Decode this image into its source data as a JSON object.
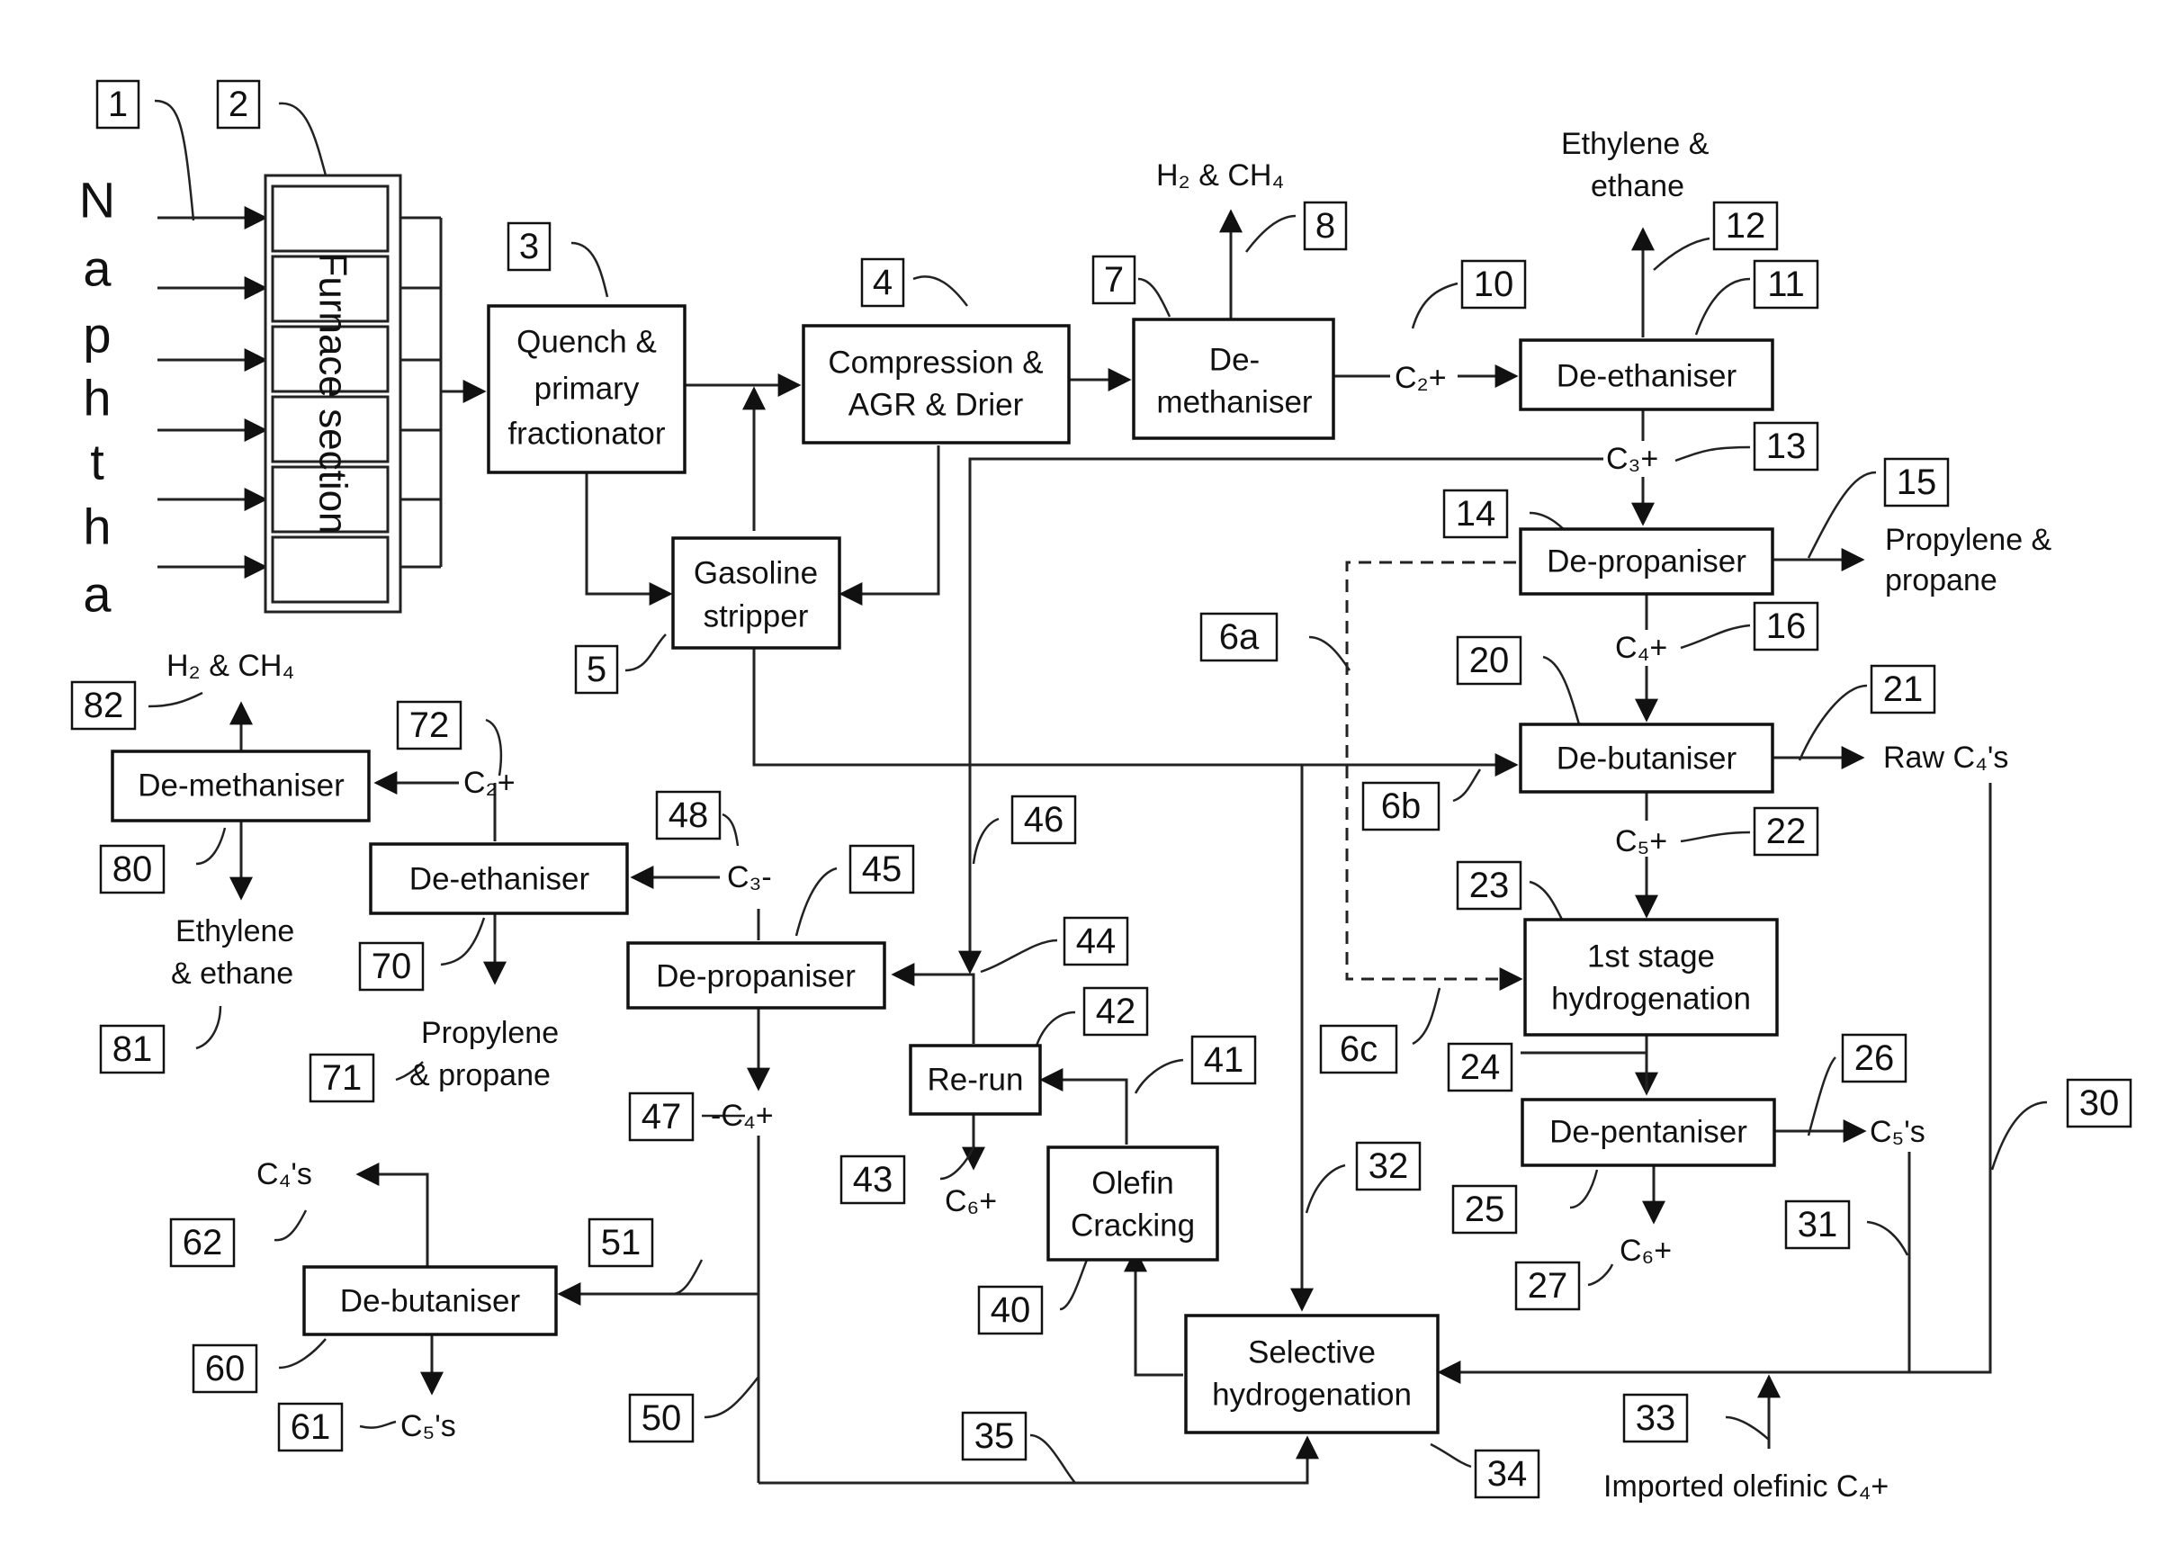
{
  "feed_letters": [
    "N",
    "a",
    "p",
    "h",
    "t",
    "h",
    "a"
  ],
  "furnace": {
    "label": "Furnace section"
  },
  "units": {
    "quench": [
      "Quench &",
      "primary",
      "fractionator"
    ],
    "gasoline_stripper": [
      "Gasoline",
      "stripper"
    ],
    "compression": [
      "Compression &",
      "AGR & Drier"
    ],
    "demethaniser_top": [
      "De-",
      "methaniser"
    ],
    "deethaniser_top": "De-ethaniser",
    "depropaniser_top": "De-propaniser",
    "debutaniser_top": "De-butaniser",
    "hydrogenation_1st": [
      "1st stage",
      "hydrogenation"
    ],
    "depentaniser": "De-pentaniser",
    "selective_hydrogenation": [
      "Selective",
      "hydrogenation"
    ],
    "olefin_cracking": [
      "Olefin",
      "Cracking"
    ],
    "rerun": "Re-run",
    "depropaniser_bottom": "De-propaniser",
    "deethaniser_bottom": "De-ethaniser",
    "demethaniser_bottom": "De-methaniser",
    "debutaniser_bottom": "De-butaniser"
  },
  "streams": {
    "h2_ch4_top": "H₂ & CH₄",
    "ethylene_top": [
      "Ethylene &",
      "ethane"
    ],
    "c2plus_top": "C₂+",
    "c3plus_top": "C₃+",
    "propylene_top": [
      "Propylene &",
      "propane"
    ],
    "c4plus_top": "C₄+",
    "raw_c4": "Raw C₄'s",
    "c5plus": "C₅+",
    "c5s_top": "C₅'s",
    "c6plus_top": "C₆+",
    "imported": "Imported olefinic C₄+",
    "c6plus_rerun": "C₆+",
    "c4plus_bottom": "-C₄+",
    "c3minus": "C₃-",
    "c2plus_bottom": "C₂+",
    "h2_ch4_bottom": "H₂ & CH₄",
    "ethylene_bottom": [
      "Ethylene",
      "& ethane"
    ],
    "propylene_bottom": [
      "Propylene",
      "& propane"
    ],
    "c4s_bottom": "C₄'s",
    "c5s_bottom": "C₅'s"
  },
  "tags": {
    "t1": "1",
    "t2": "2",
    "t3": "3",
    "t4": "4",
    "t5": "5",
    "t6a": "6a",
    "t6b": "6b",
    "t6c": "6c",
    "t7": "7",
    "t8": "8",
    "t10": "10",
    "t11": "11",
    "t12": "12",
    "t13": "13",
    "t14": "14",
    "t15": "15",
    "t16": "16",
    "t20": "20",
    "t21": "21",
    "t22": "22",
    "t23": "23",
    "t24": "24",
    "t25": "25",
    "t26": "26",
    "t27": "27",
    "t30": "30",
    "t31": "31",
    "t32": "32",
    "t33": "33",
    "t34": "34",
    "t35": "35",
    "t40": "40",
    "t41": "41",
    "t42": "42",
    "t43": "43",
    "t44": "44",
    "t45": "45",
    "t46": "46",
    "t47": "47",
    "t48": "48",
    "t50": "50",
    "t51": "51",
    "t60": "60",
    "t61": "61",
    "t62": "62",
    "t70": "70",
    "t71": "71",
    "t72": "72",
    "t80": "80",
    "t81": "81",
    "t82": "82"
  }
}
